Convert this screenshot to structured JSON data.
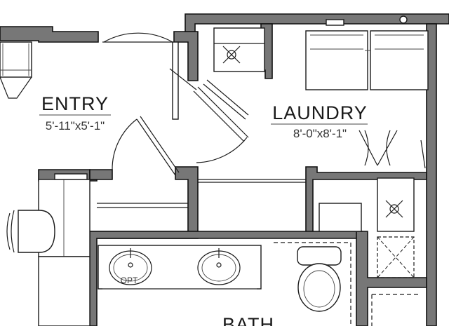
{
  "rooms": {
    "entry": {
      "name": "ENTRY",
      "dims": "5'-11\"x5'-1\""
    },
    "laundry": {
      "name": "LAUNDRY",
      "dims": "8'-0\"x8'-1\""
    },
    "bath": {
      "name": "BATH"
    }
  },
  "labels": {
    "sink_option": "OPT"
  },
  "colors": {
    "wall_fill": "#777777",
    "line": "#1a1a1a",
    "background": "#ffffff"
  }
}
